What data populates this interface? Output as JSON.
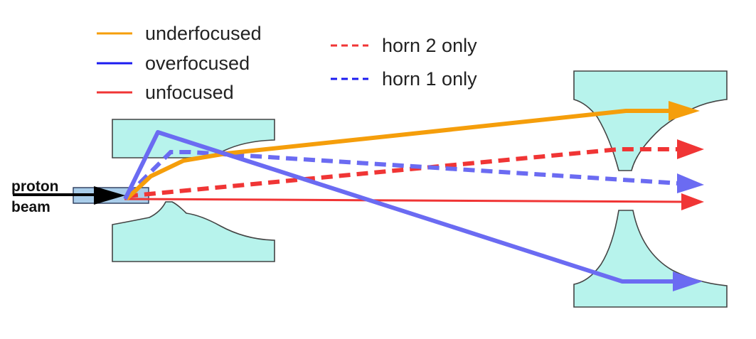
{
  "legend": {
    "underfocused": "underfocused",
    "overfocused": "overfocused",
    "unfocused": "unfocused",
    "horn2_only": "horn 2 only",
    "horn1_only": "horn 1 only"
  },
  "beam_label": {
    "line1": "proton",
    "line2": "beam"
  },
  "colors": {
    "underfocused": "#f59e0b",
    "overfocused_legend": "#1b1bf0",
    "overfocused_path": "#6b6bf2",
    "unfocused": "#f03535",
    "horn2_only": "#f03535",
    "horn1_only": "#4a4af0",
    "horn_fill": "#b7f3ec",
    "horn_stroke": "#444444",
    "target_fill": "#a9cdea",
    "beam_arrow": "#000000"
  }
}
